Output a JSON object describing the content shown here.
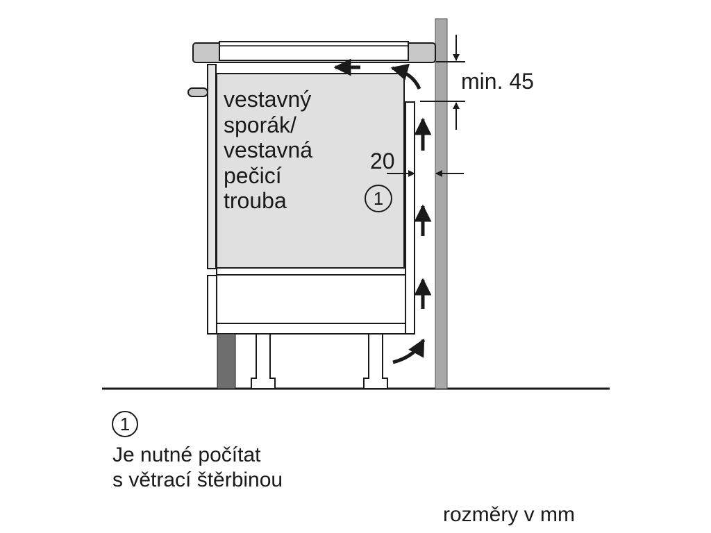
{
  "appliance_label": [
    "vestavný",
    "sporák/",
    "vestavná",
    "pečicí",
    "trouba"
  ],
  "dimensions": {
    "top_gap": "min. 45",
    "rear_gap": "20"
  },
  "callout": {
    "number": "1",
    "footnote_lines": [
      "Je nutné počítat",
      "s větrací štěrbinou"
    ]
  },
  "units_note": "rozměry v mm",
  "colors": {
    "line": "#1a1a1a",
    "wall": "#a8a8a8",
    "oven_fill": "#e0e0e0",
    "cooktop": "#c8c8c8",
    "plinth": "#6e6e6e"
  },
  "icons": [
    "airflow-arrow-icon",
    "dimension-arrow-icon"
  ]
}
